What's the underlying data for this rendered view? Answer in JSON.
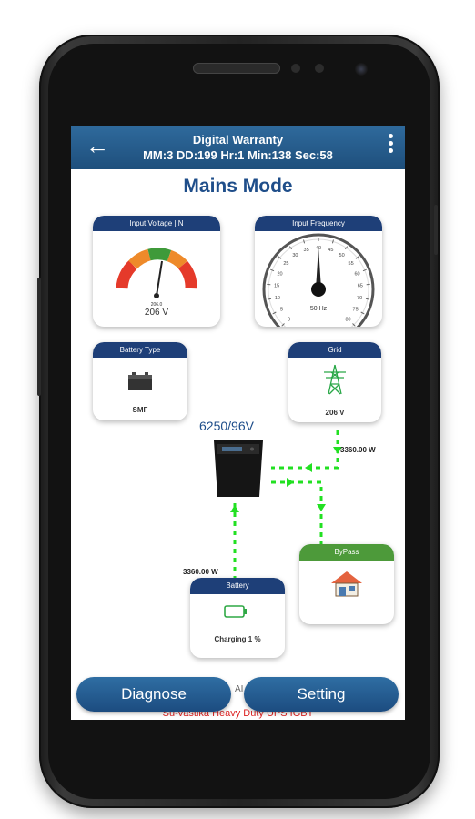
{
  "header": {
    "title": "Digital Warranty",
    "counter": "MM:3 DD:199 Hr:1 Min:138 Sec:58"
  },
  "mode_title": "Mains Mode",
  "input_voltage": {
    "label": "Input Voltage | N",
    "value": "206 V",
    "needle_text": "206.0"
  },
  "input_frequency": {
    "label": "Input Frequency",
    "value": "50 Hz",
    "ticks": [
      "0",
      "5",
      "10",
      "15",
      "20",
      "25",
      "30",
      "35",
      "40",
      "45",
      "50",
      "55",
      "60",
      "65",
      "70",
      "75",
      "80"
    ]
  },
  "battery_type": {
    "label": "Battery Type",
    "value": "SMF"
  },
  "grid": {
    "label": "Grid",
    "value": "206 V",
    "power": "3360.00 W"
  },
  "inverter": {
    "model": "6250/96V"
  },
  "battery_flow": {
    "power": "3360.00 W"
  },
  "battery": {
    "label": "Battery",
    "status": "Charging 1 %",
    "level_fraction": 0.01
  },
  "bypass": {
    "label": "ByPass"
  },
  "buttons": {
    "diagnose": "Diagnose",
    "setting": "Setting"
  },
  "obscured_text": "AI",
  "footer": "Su-vastika Heavy Duty UPS IGBT",
  "colors": {
    "accent": "#1f4e8a",
    "flow": "#22e022",
    "bypass": "#4d9a3a",
    "footer_text": "#dd2222"
  }
}
